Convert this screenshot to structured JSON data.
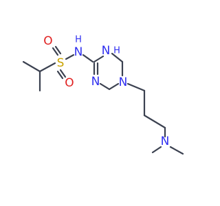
{
  "colors": {
    "bond": "#3b4150",
    "N": "#2f2ff0",
    "O": "#e02020",
    "S": "#c9a300"
  },
  "atoms": {
    "N_sulfonamide": {
      "symbol": "N",
      "hydrogen": "H"
    },
    "S": {
      "symbol": "S"
    },
    "O_top": {
      "symbol": "O"
    },
    "O_bottom": {
      "symbol": "O"
    },
    "N_ring_top": {
      "symbol": "N",
      "hydrogen": "H"
    },
    "N_ring_left": {
      "symbol": "N"
    },
    "N_ring_right": {
      "symbol": "N"
    },
    "N_dimethyl": {
      "symbol": "N"
    }
  }
}
